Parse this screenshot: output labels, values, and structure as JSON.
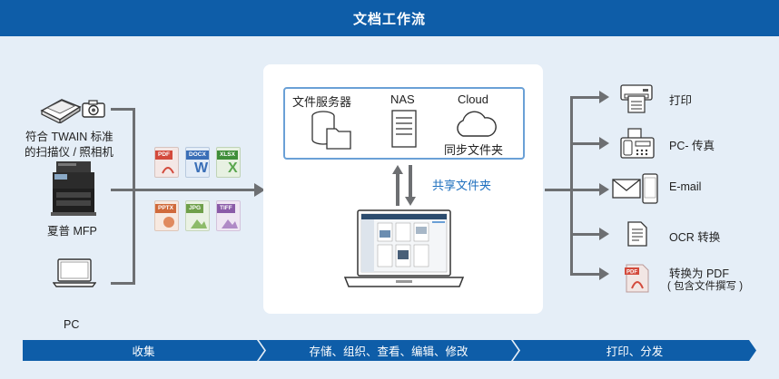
{
  "header": {
    "title": "文档工作流"
  },
  "inputs": {
    "scanner_label_line1": "符合 TWAIN 标准",
    "scanner_label_line2": "的扫描仪 / 照相机",
    "mfp_label": "夏普 MFP",
    "pc_label": "PC"
  },
  "file_types": [
    "PDF",
    "DOCX",
    "XLSX",
    "PPTX",
    "JPG",
    "TIFF"
  ],
  "storage": {
    "file_server": "文件服务器",
    "nas": "NAS",
    "cloud": "Cloud",
    "cloud_caption": "同步文件夹"
  },
  "share_label": "共享文件夹",
  "outputs": [
    "打印",
    "PC- 传真",
    "E-mail",
    "OCR 转换",
    "转换为 PDF",
    "( 包含文件撰写 )"
  ],
  "stages": [
    "收集",
    "存储、组织、查看、编辑、修改",
    "打印、分发"
  ],
  "colors": {
    "brand": "#0e5da8",
    "accent": "#6aa0d6",
    "background": "#e5eef7"
  }
}
